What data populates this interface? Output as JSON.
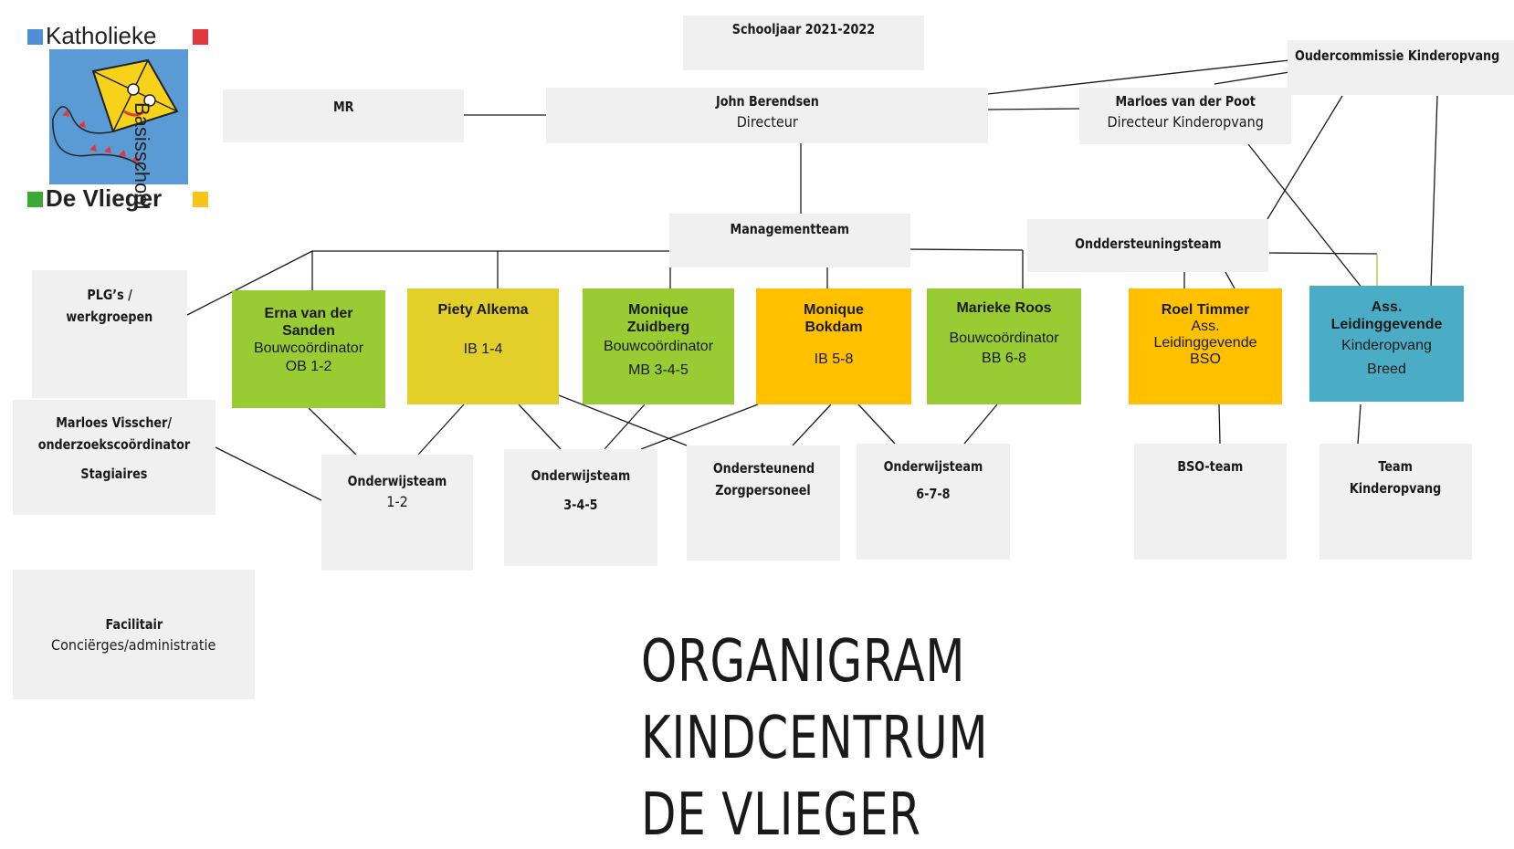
{
  "logo": {
    "word_top": "Katholieke",
    "word_side": "Basisschool",
    "word_bottom": "De Vlieger"
  },
  "school_year": "Schooljaar 2021-2022",
  "mr": "MR",
  "director": {
    "name": "John Berendsen",
    "role": "Directeur"
  },
  "parent_committee": "Oudercommissie Kinderopvang",
  "childcare_director": {
    "name": "Marloes van der Poot",
    "role": "Directeur Kinderopvang"
  },
  "management_team": "Managementteam",
  "support_team": "Onddersteuningsteam",
  "plg": {
    "line1": "PLG’s /",
    "line2": "werkgroepen"
  },
  "research": {
    "line1": "Marloes Visscher/",
    "line2": "onderzoekscoördinator",
    "line3": "Stagiaires"
  },
  "facilities": {
    "title": "Facilitair",
    "sub": "Conciërges/administratie"
  },
  "coordinators": [
    {
      "name": "Erna van der Sanden",
      "l1": "Bouwcoördinator",
      "l2": "OB 1-2"
    },
    {
      "name": "Piety Alkema",
      "l1": "IB 1-4"
    },
    {
      "name": "Monique Zuidberg",
      "l1": "Bouwcoördinator",
      "l2": "MB 3-4-5"
    },
    {
      "name": "Monique Bokdam",
      "l1": "IB 5-8"
    },
    {
      "name": "Marieke Roos",
      "l1": "Bouwcoördinator",
      "l2": "BB 6-8"
    },
    {
      "name": "Roel Timmer",
      "l1": "Ass.",
      "l2": "Leidinggevende",
      "l3": "BSO"
    },
    {
      "name": "Ass. Leidinggevende",
      "l1": "Kinderopvang",
      "l2": "Breed"
    }
  ],
  "teams": [
    {
      "l1": "Onderwijsteam",
      "l2": "1-2"
    },
    {
      "l1": "Onderwijsteam",
      "l2": "3-4-5"
    },
    {
      "l1": "Ondersteunend",
      "l2": "Zorgpersoneel"
    },
    {
      "l1": "Onderwijsteam",
      "l2": "6-7-8"
    },
    {
      "l1": "BSO-team"
    },
    {
      "l1": "Team",
      "l2": "Kinderopvang"
    }
  ],
  "title": [
    "ORGANIGRAM",
    "KINDCENTRUM",
    "DE VLIEGER"
  ],
  "colors": {
    "green": "#99cc33",
    "yellow": "#e2cf2a",
    "orange": "#ffc000",
    "blue": "#4bacc6",
    "box": "#f0f0f0"
  }
}
